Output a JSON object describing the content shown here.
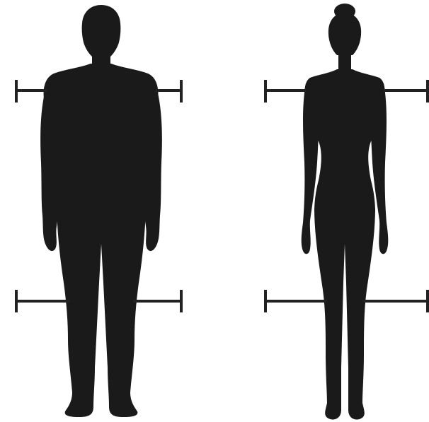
{
  "figures": [
    {
      "id": "male",
      "name": "male-silhouette"
    },
    {
      "id": "female",
      "name": "female-silhouette"
    }
  ],
  "measurement_lines": [
    {
      "figure": "male",
      "level": "shoulder"
    },
    {
      "figure": "male",
      "level": "knee"
    },
    {
      "figure": "female",
      "level": "shoulder"
    },
    {
      "figure": "female",
      "level": "knee"
    }
  ],
  "colors": {
    "silhouette": "#1a1a1a",
    "line": "#222222",
    "background": "#ffffff"
  }
}
